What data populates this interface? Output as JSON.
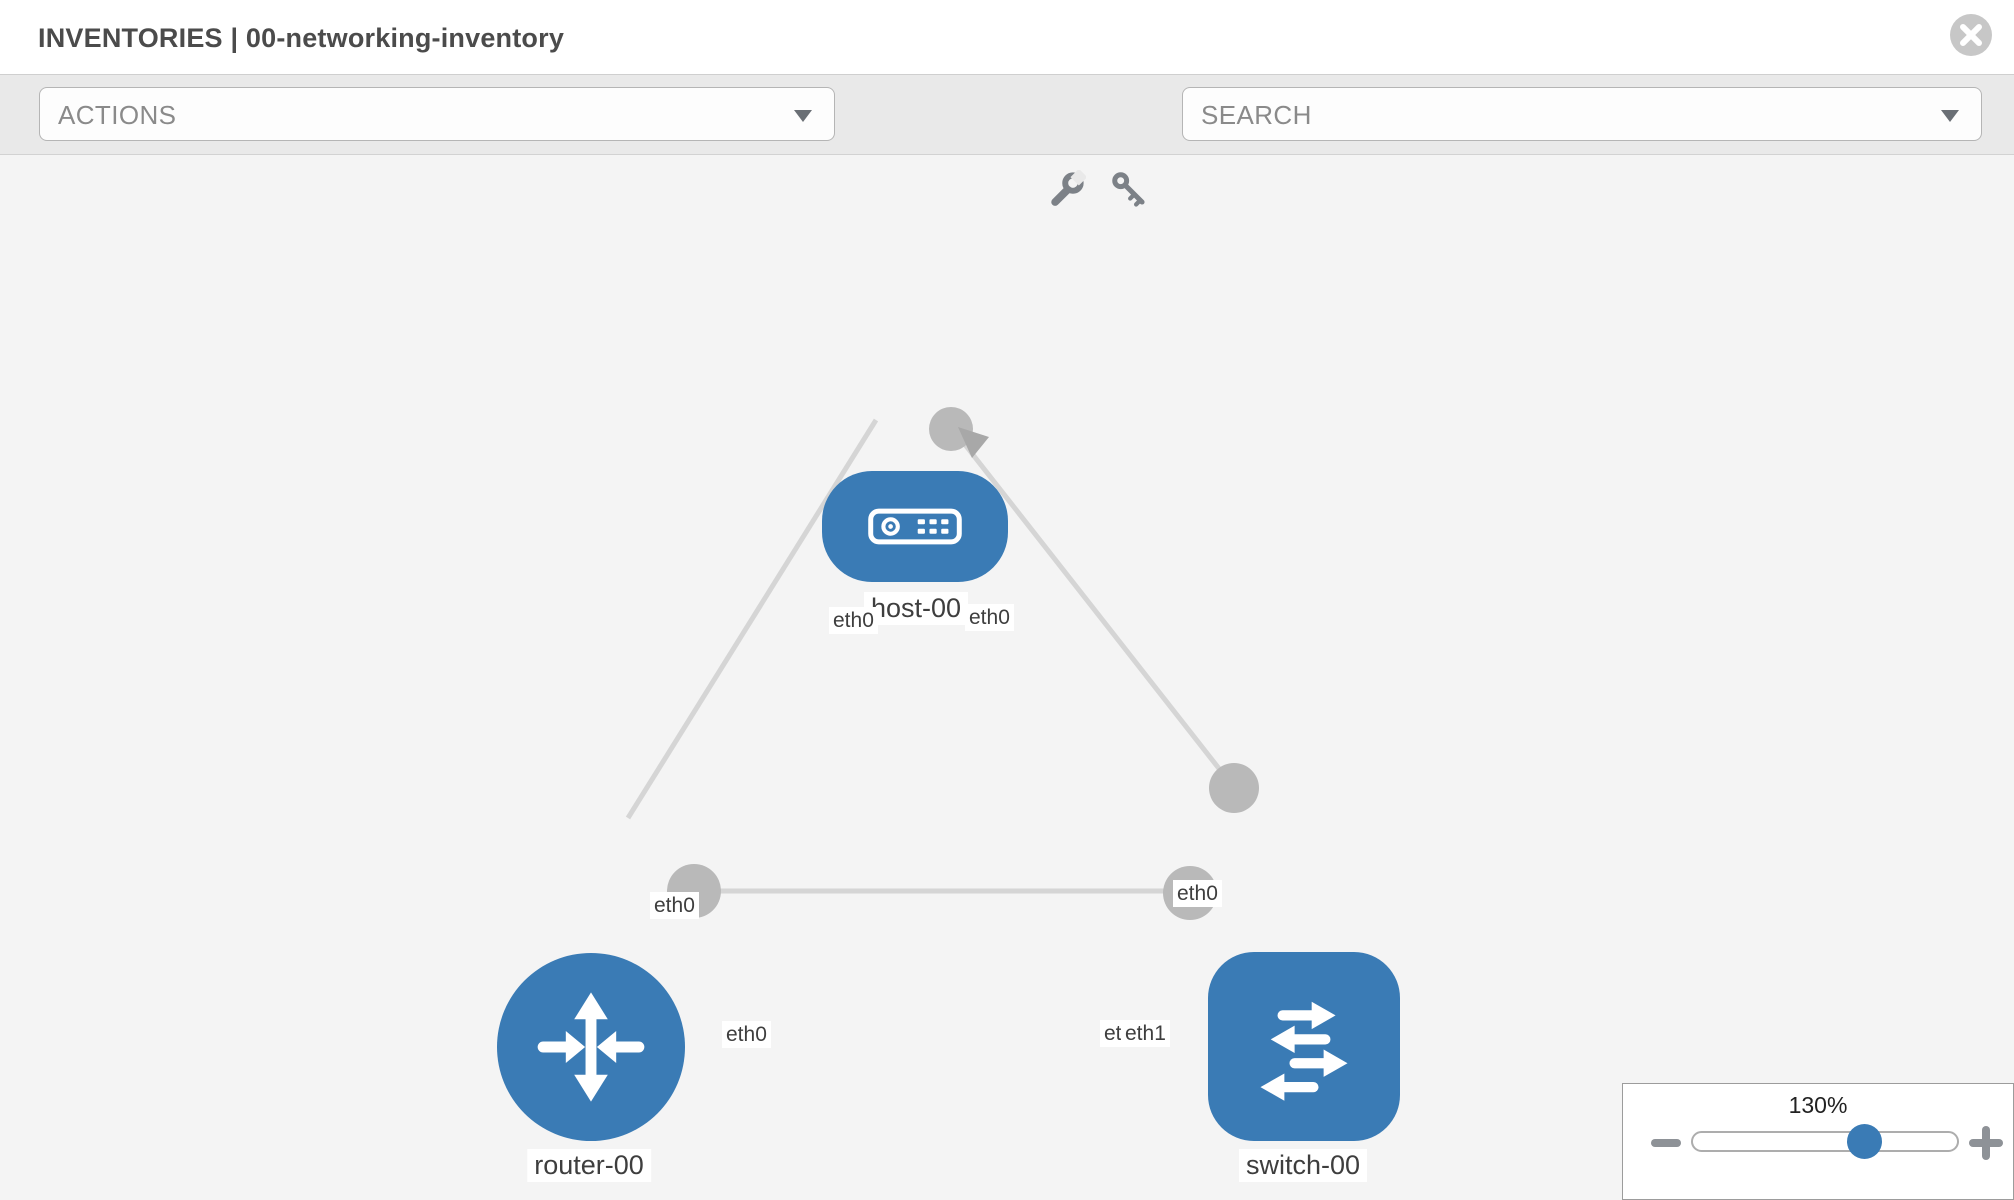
{
  "header": {
    "title": "INVENTORIES | 00-networking-inventory"
  },
  "toolbar": {
    "actions_label": "ACTIONS",
    "search_placeholder": "SEARCH",
    "icons": [
      "wrench-icon",
      "key-icon"
    ]
  },
  "graph": {
    "background_color": "#f4f4f4",
    "node_color": "#3a7bb5",
    "link_color": "#d5d5d5",
    "endpoint_color": "#b9b9b9",
    "label_text_color": "#3e3e3e",
    "nodes": [
      {
        "label": "host-00",
        "type": "host"
      },
      {
        "label": "router-00",
        "type": "router"
      },
      {
        "label": "switch-00",
        "type": "switch"
      }
    ],
    "interface_labels": [
      "eth0",
      "eth0",
      "eth0",
      "eth0",
      "eth0",
      "eth1",
      "eth1"
    ],
    "links": [
      {
        "from": "host-00",
        "from_interface": "eth0",
        "to": "router-00",
        "to_interface": "eth0"
      },
      {
        "from": "host-00",
        "from_interface": "eth0",
        "to": "switch-00",
        "to_interface": "eth0"
      },
      {
        "from": "router-00",
        "from_interface": "eth0",
        "to": "switch-00",
        "to_interface": "eth1"
      }
    ]
  },
  "zoom_control": {
    "value": "130%"
  }
}
